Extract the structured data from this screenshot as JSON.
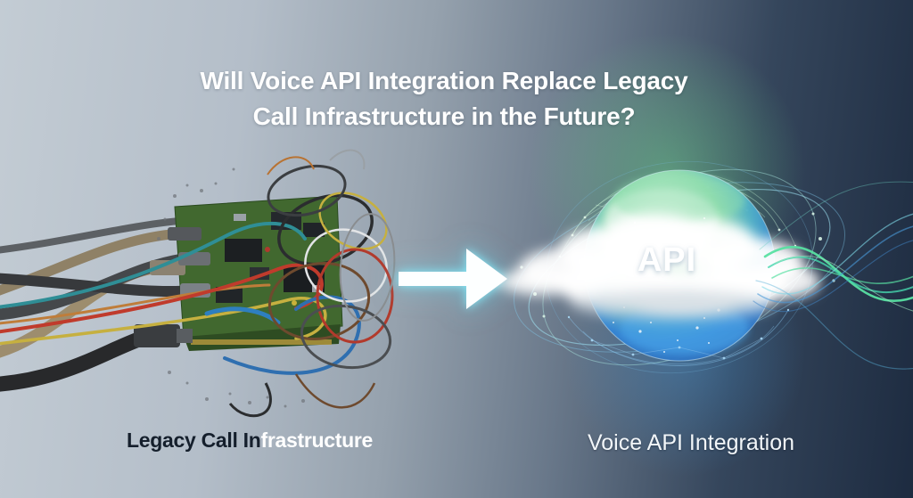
{
  "title": {
    "line1": "Will Voice API Integration Replace Legacy",
    "line2": "Call Infrastructure in the Future?"
  },
  "diagram": {
    "left_label_dark_part": "Legacy Call In",
    "left_label_light_part": "frastructure",
    "right_label": "Voice API Integration",
    "cloud_label": "API"
  },
  "icons": {
    "arrow": "glow-right-arrow",
    "left_illustration": "legacy-circuit-board-with-tangled-cables",
    "right_illustration": "api-cloud-network-globe"
  },
  "colors": {
    "background_light": "#c3ccd4",
    "background_dark": "#1d2b40",
    "title_text": "#ffffff",
    "legacy_label_dark_text": "#151f2c",
    "arrow_glow": "#86ecfa",
    "globe_green": "#5fd39b",
    "globe_blue": "#2f7fd4",
    "stream_green": "#58e0a2",
    "pcb_green": "#41682f"
  }
}
